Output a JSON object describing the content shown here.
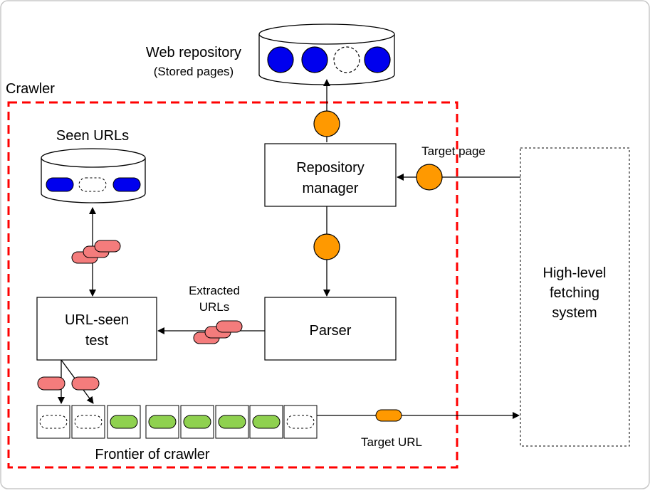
{
  "diagram": {
    "repository": {
      "title": "Web repository",
      "subtitle": "(Stored pages)"
    },
    "crawler_label": "Crawler",
    "seen_urls": "Seen URLs",
    "repository_manager": {
      "line1": "Repository",
      "line2": "manager"
    },
    "target_page": "Target page",
    "high_level": {
      "line1": "High-level",
      "line2": "fetching",
      "line3": "system"
    },
    "extracted_urls": {
      "line1": "Extracted",
      "line2": "URLs"
    },
    "url_seen_test": {
      "line1": "URL-seen",
      "line2": "test"
    },
    "parser": "Parser",
    "target_url": "Target URL",
    "frontier": "Frontier of crawler"
  },
  "colors": {
    "crawler_border": "#ff0000",
    "page_blue": "#0000ee",
    "page_orange": "#ff9900",
    "url_red": "#f47c7c",
    "url_green": "#8fd14f",
    "url_orange": "#ff9900"
  },
  "icons": [
    "cylinder-icon",
    "page-circle-icon",
    "url-pill-icon"
  ]
}
